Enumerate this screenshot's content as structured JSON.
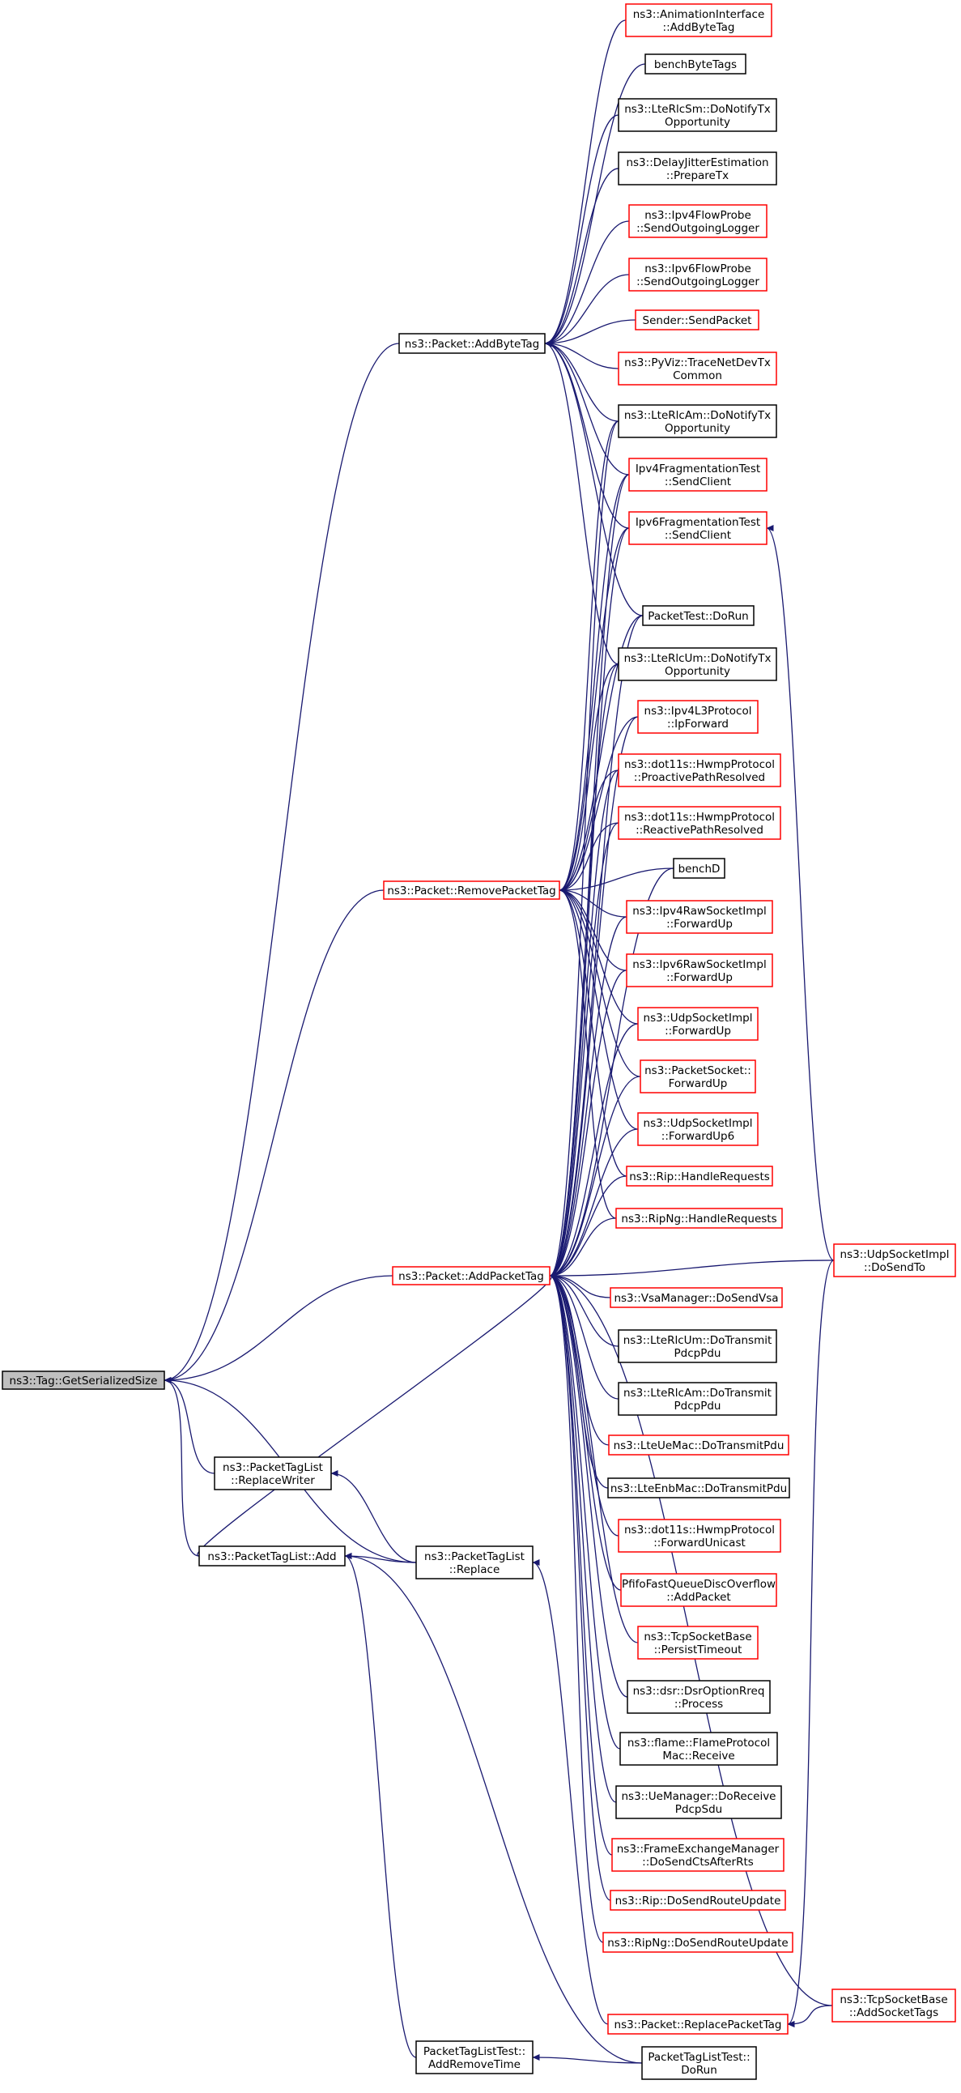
{
  "colors": {
    "edge": "#191970",
    "normal_border": "#000000",
    "red_border": "#ff0000",
    "root_fill": "#bfbfbf",
    "fill": "#ffffff"
  },
  "nodes": [
    {
      "id": "root",
      "lines": [
        "ns3::Tag::GetSerializedSize"
      ],
      "style": "root"
    },
    {
      "id": "addByteTag",
      "lines": [
        "ns3::Packet::AddByteTag"
      ],
      "style": "black"
    },
    {
      "id": "removePacketTag",
      "lines": [
        "ns3::Packet::RemovePacketTag"
      ],
      "style": "red"
    },
    {
      "id": "addPacketTag",
      "lines": [
        "ns3::Packet::AddPacketTag"
      ],
      "style": "red"
    },
    {
      "id": "replaceWriter",
      "lines": [
        "ns3::PacketTagList",
        "::ReplaceWriter"
      ],
      "style": "black"
    },
    {
      "id": "ptlAdd",
      "lines": [
        "ns3::PacketTagList::Add"
      ],
      "style": "black"
    },
    {
      "id": "ptlReplace",
      "lines": [
        "ns3::PacketTagList",
        "::Replace"
      ],
      "style": "black"
    },
    {
      "id": "addRemoveTime",
      "lines": [
        "PacketTagListTest::",
        "AddRemoveTime"
      ],
      "style": "black"
    },
    {
      "id": "animAddByteTag",
      "lines": [
        "ns3::AnimationInterface",
        "::AddByteTag"
      ],
      "style": "red"
    },
    {
      "id": "benchByteTags",
      "lines": [
        "benchByteTags"
      ],
      "style": "black"
    },
    {
      "id": "lteRlcSmNotify",
      "lines": [
        "ns3::LteRlcSm::DoNotifyTx",
        "Opportunity"
      ],
      "style": "black"
    },
    {
      "id": "delayJitter",
      "lines": [
        "ns3::DelayJitterEstimation",
        "::PrepareTx"
      ],
      "style": "black"
    },
    {
      "id": "ipv4FlowProbe",
      "lines": [
        "ns3::Ipv4FlowProbe",
        "::SendOutgoingLogger"
      ],
      "style": "red"
    },
    {
      "id": "ipv6FlowProbe",
      "lines": [
        "ns3::Ipv6FlowProbe",
        "::SendOutgoingLogger"
      ],
      "style": "red"
    },
    {
      "id": "senderSendPacket",
      "lines": [
        "Sender::SendPacket"
      ],
      "style": "red"
    },
    {
      "id": "pyVizTrace",
      "lines": [
        "ns3::PyViz::TraceNetDevTx",
        "Common"
      ],
      "style": "red"
    },
    {
      "id": "lteRlcAmNotify",
      "lines": [
        "ns3::LteRlcAm::DoNotifyTx",
        "Opportunity"
      ],
      "style": "black"
    },
    {
      "id": "ipv4FragTest",
      "lines": [
        "Ipv4FragmentationTest",
        "::SendClient"
      ],
      "style": "red"
    },
    {
      "id": "ipv6FragTest",
      "lines": [
        "Ipv6FragmentationTest",
        "::SendClient"
      ],
      "style": "red"
    },
    {
      "id": "packetTestDoRun",
      "lines": [
        "PacketTest::DoRun"
      ],
      "style": "black"
    },
    {
      "id": "lteRlcUmNotify",
      "lines": [
        "ns3::LteRlcUm::DoNotifyTx",
        "Opportunity"
      ],
      "style": "black"
    },
    {
      "id": "ipv4L3Forward",
      "lines": [
        "ns3::Ipv4L3Protocol",
        "::IpForward"
      ],
      "style": "red"
    },
    {
      "id": "hwmpProactive",
      "lines": [
        "ns3::dot11s::HwmpProtocol",
        "::ProactivePathResolved"
      ],
      "style": "red"
    },
    {
      "id": "hwmpReactive",
      "lines": [
        "ns3::dot11s::HwmpProtocol",
        "::ReactivePathResolved"
      ],
      "style": "red"
    },
    {
      "id": "benchD",
      "lines": [
        "benchD"
      ],
      "style": "black"
    },
    {
      "id": "ipv4RawFwd",
      "lines": [
        "ns3::Ipv4RawSocketImpl",
        "::ForwardUp"
      ],
      "style": "red"
    },
    {
      "id": "ipv6RawFwd",
      "lines": [
        "ns3::Ipv6RawSocketImpl",
        "::ForwardUp"
      ],
      "style": "red"
    },
    {
      "id": "udpFwd",
      "lines": [
        "ns3::UdpSocketImpl",
        "::ForwardUp"
      ],
      "style": "red"
    },
    {
      "id": "packetSocketFwd",
      "lines": [
        "ns3::PacketSocket::",
        "ForwardUp"
      ],
      "style": "red"
    },
    {
      "id": "udpFwd6",
      "lines": [
        "ns3::UdpSocketImpl",
        "::ForwardUp6"
      ],
      "style": "red"
    },
    {
      "id": "ripHandle",
      "lines": [
        "ns3::Rip::HandleRequests"
      ],
      "style": "red"
    },
    {
      "id": "ripNgHandle",
      "lines": [
        "ns3::RipNg::HandleRequests"
      ],
      "style": "red"
    },
    {
      "id": "udpDoSendTo",
      "lines": [
        "ns3::UdpSocketImpl",
        "::DoSendTo"
      ],
      "style": "red"
    },
    {
      "id": "vsaSend",
      "lines": [
        "ns3::VsaManager::DoSendVsa"
      ],
      "style": "red"
    },
    {
      "id": "lteRlcUmTransmit",
      "lines": [
        "ns3::LteRlcUm::DoTransmit",
        "PdcpPdu"
      ],
      "style": "black"
    },
    {
      "id": "lteRlcAmTransmit",
      "lines": [
        "ns3::LteRlcAm::DoTransmit",
        "PdcpPdu"
      ],
      "style": "black"
    },
    {
      "id": "lteUeMac",
      "lines": [
        "ns3::LteUeMac::DoTransmitPdu"
      ],
      "style": "red"
    },
    {
      "id": "lteEnbMac",
      "lines": [
        "ns3::LteEnbMac::DoTransmitPdu"
      ],
      "style": "black"
    },
    {
      "id": "hwmpForwardUnicast",
      "lines": [
        "ns3::dot11s::HwmpProtocol",
        "::ForwardUnicast"
      ],
      "style": "red"
    },
    {
      "id": "pfifoAdd",
      "lines": [
        "PfifoFastQueueDiscOverflow",
        "::AddPacket"
      ],
      "style": "red"
    },
    {
      "id": "tcpPersist",
      "lines": [
        "ns3::TcpSocketBase",
        "::PersistTimeout"
      ],
      "style": "red"
    },
    {
      "id": "dsrProcess",
      "lines": [
        "ns3::dsr::DsrOptionRreq",
        "::Process"
      ],
      "style": "black"
    },
    {
      "id": "flameReceive",
      "lines": [
        "ns3::flame::FlameProtocol",
        "Mac::Receive"
      ],
      "style": "black"
    },
    {
      "id": "ueManagerPdcp",
      "lines": [
        "ns3::UeManager::DoReceive",
        "PdcpSdu"
      ],
      "style": "black"
    },
    {
      "id": "frameExchange",
      "lines": [
        "ns3::FrameExchangeManager",
        "::DoSendCtsAfterRts"
      ],
      "style": "red"
    },
    {
      "id": "ripRouteUpdate",
      "lines": [
        "ns3::Rip::DoSendRouteUpdate"
      ],
      "style": "red"
    },
    {
      "id": "ripNgRouteUpdate",
      "lines": [
        "ns3::RipNg::DoSendRouteUpdate"
      ],
      "style": "red"
    },
    {
      "id": "replacePacketTag",
      "lines": [
        "ns3::Packet::ReplacePacketTag"
      ],
      "style": "red"
    },
    {
      "id": "tcpAddSocketTags",
      "lines": [
        "ns3::TcpSocketBase",
        "::AddSocketTags"
      ],
      "style": "red"
    },
    {
      "id": "ptlTestDoRun",
      "lines": [
        "PacketTagListTest::",
        "DoRun"
      ],
      "style": "black"
    }
  ],
  "edges": [
    [
      "addByteTag",
      "root"
    ],
    [
      "removePacketTag",
      "root"
    ],
    [
      "addPacketTag",
      "root"
    ],
    [
      "replaceWriter",
      "root"
    ],
    [
      "ptlAdd",
      "root"
    ],
    [
      "ptlReplace",
      "root"
    ],
    [
      "animAddByteTag",
      "addByteTag"
    ],
    [
      "benchByteTags",
      "addByteTag"
    ],
    [
      "lteRlcSmNotify",
      "addByteTag"
    ],
    [
      "delayJitter",
      "addByteTag"
    ],
    [
      "ipv4FlowProbe",
      "addByteTag"
    ],
    [
      "ipv6FlowProbe",
      "addByteTag"
    ],
    [
      "senderSendPacket",
      "addByteTag"
    ],
    [
      "pyVizTrace",
      "addByteTag"
    ],
    [
      "lteRlcAmNotify",
      "addByteTag"
    ],
    [
      "ipv4FragTest",
      "addByteTag"
    ],
    [
      "ipv6FragTest",
      "addByteTag"
    ],
    [
      "packetTestDoRun",
      "addByteTag"
    ],
    [
      "lteRlcUmNotify",
      "addByteTag"
    ],
    [
      "lteRlcAmNotify",
      "removePacketTag"
    ],
    [
      "ipv4FragTest",
      "removePacketTag"
    ],
    [
      "ipv6FragTest",
      "removePacketTag"
    ],
    [
      "packetTestDoRun",
      "removePacketTag"
    ],
    [
      "lteRlcUmNotify",
      "removePacketTag"
    ],
    [
      "ipv4L3Forward",
      "removePacketTag"
    ],
    [
      "hwmpProactive",
      "removePacketTag"
    ],
    [
      "hwmpReactive",
      "removePacketTag"
    ],
    [
      "benchD",
      "removePacketTag"
    ],
    [
      "ipv4RawFwd",
      "removePacketTag"
    ],
    [
      "ipv6RawFwd",
      "removePacketTag"
    ],
    [
      "udpFwd",
      "removePacketTag"
    ],
    [
      "packetSocketFwd",
      "removePacketTag"
    ],
    [
      "udpFwd6",
      "removePacketTag"
    ],
    [
      "ripHandle",
      "removePacketTag"
    ],
    [
      "ripNgHandle",
      "removePacketTag"
    ],
    [
      "lteRlcAmNotify",
      "addPacketTag"
    ],
    [
      "ipv4FragTest",
      "addPacketTag"
    ],
    [
      "ipv6FragTest",
      "addPacketTag"
    ],
    [
      "packetTestDoRun",
      "addPacketTag"
    ],
    [
      "lteRlcUmNotify",
      "addPacketTag"
    ],
    [
      "ipv4L3Forward",
      "addPacketTag"
    ],
    [
      "hwmpProactive",
      "addPacketTag"
    ],
    [
      "hwmpReactive",
      "addPacketTag"
    ],
    [
      "benchD",
      "addPacketTag"
    ],
    [
      "ipv4RawFwd",
      "addPacketTag"
    ],
    [
      "ipv6RawFwd",
      "addPacketTag"
    ],
    [
      "udpFwd",
      "addPacketTag"
    ],
    [
      "packetSocketFwd",
      "addPacketTag"
    ],
    [
      "udpFwd6",
      "addPacketTag"
    ],
    [
      "ripHandle",
      "addPacketTag"
    ],
    [
      "ripNgHandle",
      "addPacketTag"
    ],
    [
      "udpDoSendTo",
      "addPacketTag"
    ],
    [
      "vsaSend",
      "addPacketTag"
    ],
    [
      "lteRlcUmTransmit",
      "addPacketTag"
    ],
    [
      "lteRlcAmTransmit",
      "addPacketTag"
    ],
    [
      "lteUeMac",
      "addPacketTag"
    ],
    [
      "lteEnbMac",
      "addPacketTag"
    ],
    [
      "hwmpForwardUnicast",
      "addPacketTag"
    ],
    [
      "pfifoAdd",
      "addPacketTag"
    ],
    [
      "tcpPersist",
      "addPacketTag"
    ],
    [
      "dsrProcess",
      "addPacketTag"
    ],
    [
      "flameReceive",
      "addPacketTag"
    ],
    [
      "ueManagerPdcp",
      "addPacketTag"
    ],
    [
      "frameExchange",
      "addPacketTag"
    ],
    [
      "ripRouteUpdate",
      "addPacketTag"
    ],
    [
      "ripNgRouteUpdate",
      "addPacketTag"
    ],
    [
      "tcpAddSocketTags",
      "addPacketTag"
    ],
    [
      "ptlAdd",
      "addPacketTag"
    ],
    [
      "udpDoSendTo",
      "ipv6FragTest"
    ],
    [
      "ptlReplace",
      "replaceWriter"
    ],
    [
      "ptlReplace",
      "ptlAdd"
    ],
    [
      "addRemoveTime",
      "ptlAdd"
    ],
    [
      "ptlTestDoRun",
      "ptlAdd"
    ],
    [
      "ptlTestDoRun",
      "addRemoveTime"
    ],
    [
      "replacePacketTag",
      "ptlReplace"
    ],
    [
      "tcpAddSocketTags",
      "replacePacketTag"
    ],
    [
      "udpDoSendTo",
      "replacePacketTag"
    ]
  ]
}
